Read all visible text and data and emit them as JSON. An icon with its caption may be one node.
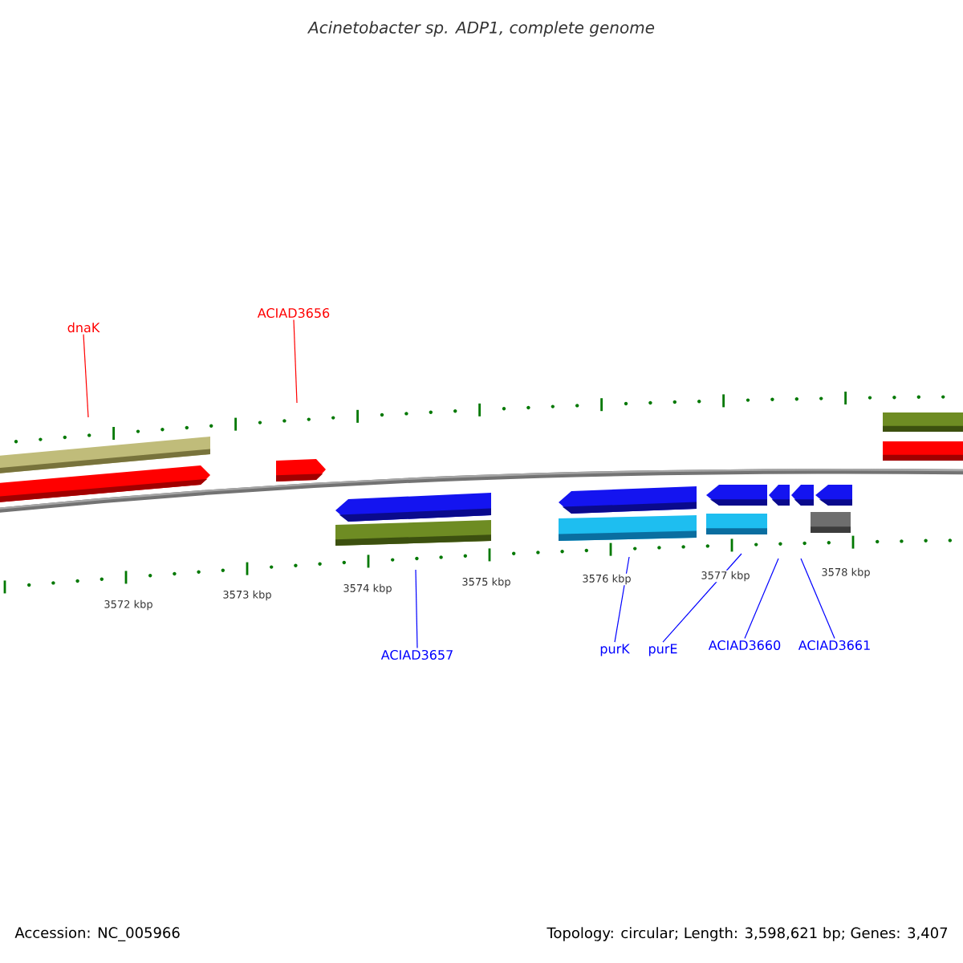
{
  "diagram": {
    "title": "Acinetobacter sp. ADP1, complete genome",
    "nodes": [
      {
        "text": [
          "dnaK"
        ]
      },
      {
        "text": [
          "ACIAD3656"
        ]
      },
      {
        "text": [
          "ACIAD3657"
        ]
      },
      {
        "text": [
          "purK"
        ]
      },
      {
        "text": [
          "purE"
        ]
      },
      {
        "text": [
          "ACIAD3660"
        ]
      },
      {
        "text": [
          "ACIAD3661"
        ]
      }
    ],
    "edges": [
      {
        "from": 0,
        "to": null,
        "arrow": "none",
        "color": "#ff0000"
      },
      {
        "from": 1,
        "to": null,
        "arrow": "none",
        "color": "#ff0000"
      },
      {
        "from": 2,
        "to": null,
        "arrow": "none"
      },
      {
        "from": 3,
        "to": null,
        "arrow": "none"
      },
      {
        "from": 4,
        "to": null,
        "arrow": "none"
      },
      {
        "from": 5,
        "to": null,
        "arrow": "none"
      },
      {
        "from": 6,
        "to": null,
        "arrow": "none"
      }
    ],
    "labels": [
      "3572 kbp",
      "3573 kbp",
      "3574 kbp",
      "3575 kbp",
      "3576 kbp",
      "3577 kbp",
      "3578 kbp",
      "Accession: NC_005966",
      "Topology: circular; Length: 3,598,621 bp; Genes: 3,407"
    ]
  }
}
